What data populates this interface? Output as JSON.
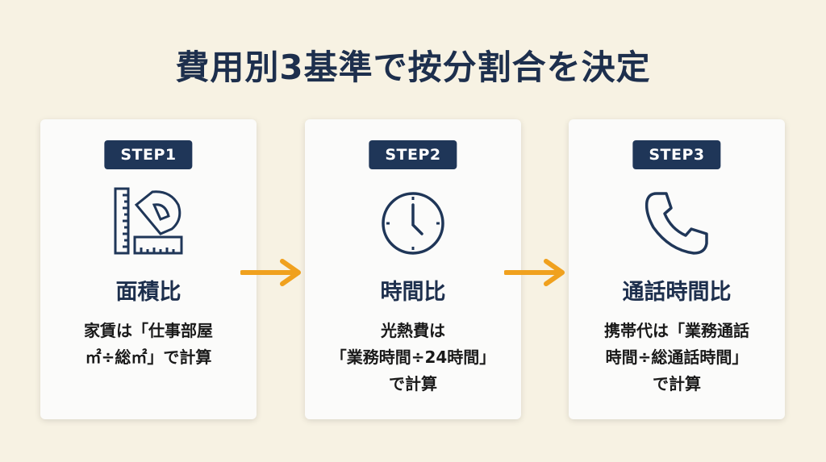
{
  "title": "費用別3基準で按分割合を決定",
  "colors": {
    "navy": "#1f3658",
    "accent": "#f0a11e",
    "background": "#f7f2e3"
  },
  "steps": [
    {
      "badge": "STEP1",
      "icon": "ruler-protractor-icon",
      "heading": "面積比",
      "lines": [
        "家賃は「仕事部屋",
        "㎡÷総㎡」で計算"
      ]
    },
    {
      "badge": "STEP2",
      "icon": "clock-icon",
      "heading": "時間比",
      "lines": [
        "光熱費は",
        "「業務時間÷24時間」",
        "で計算"
      ]
    },
    {
      "badge": "STEP3",
      "icon": "phone-icon",
      "heading": "通話時間比",
      "lines": [
        "携帯代は「業務通話",
        "時間÷総通話時間」",
        "で計算"
      ]
    }
  ]
}
